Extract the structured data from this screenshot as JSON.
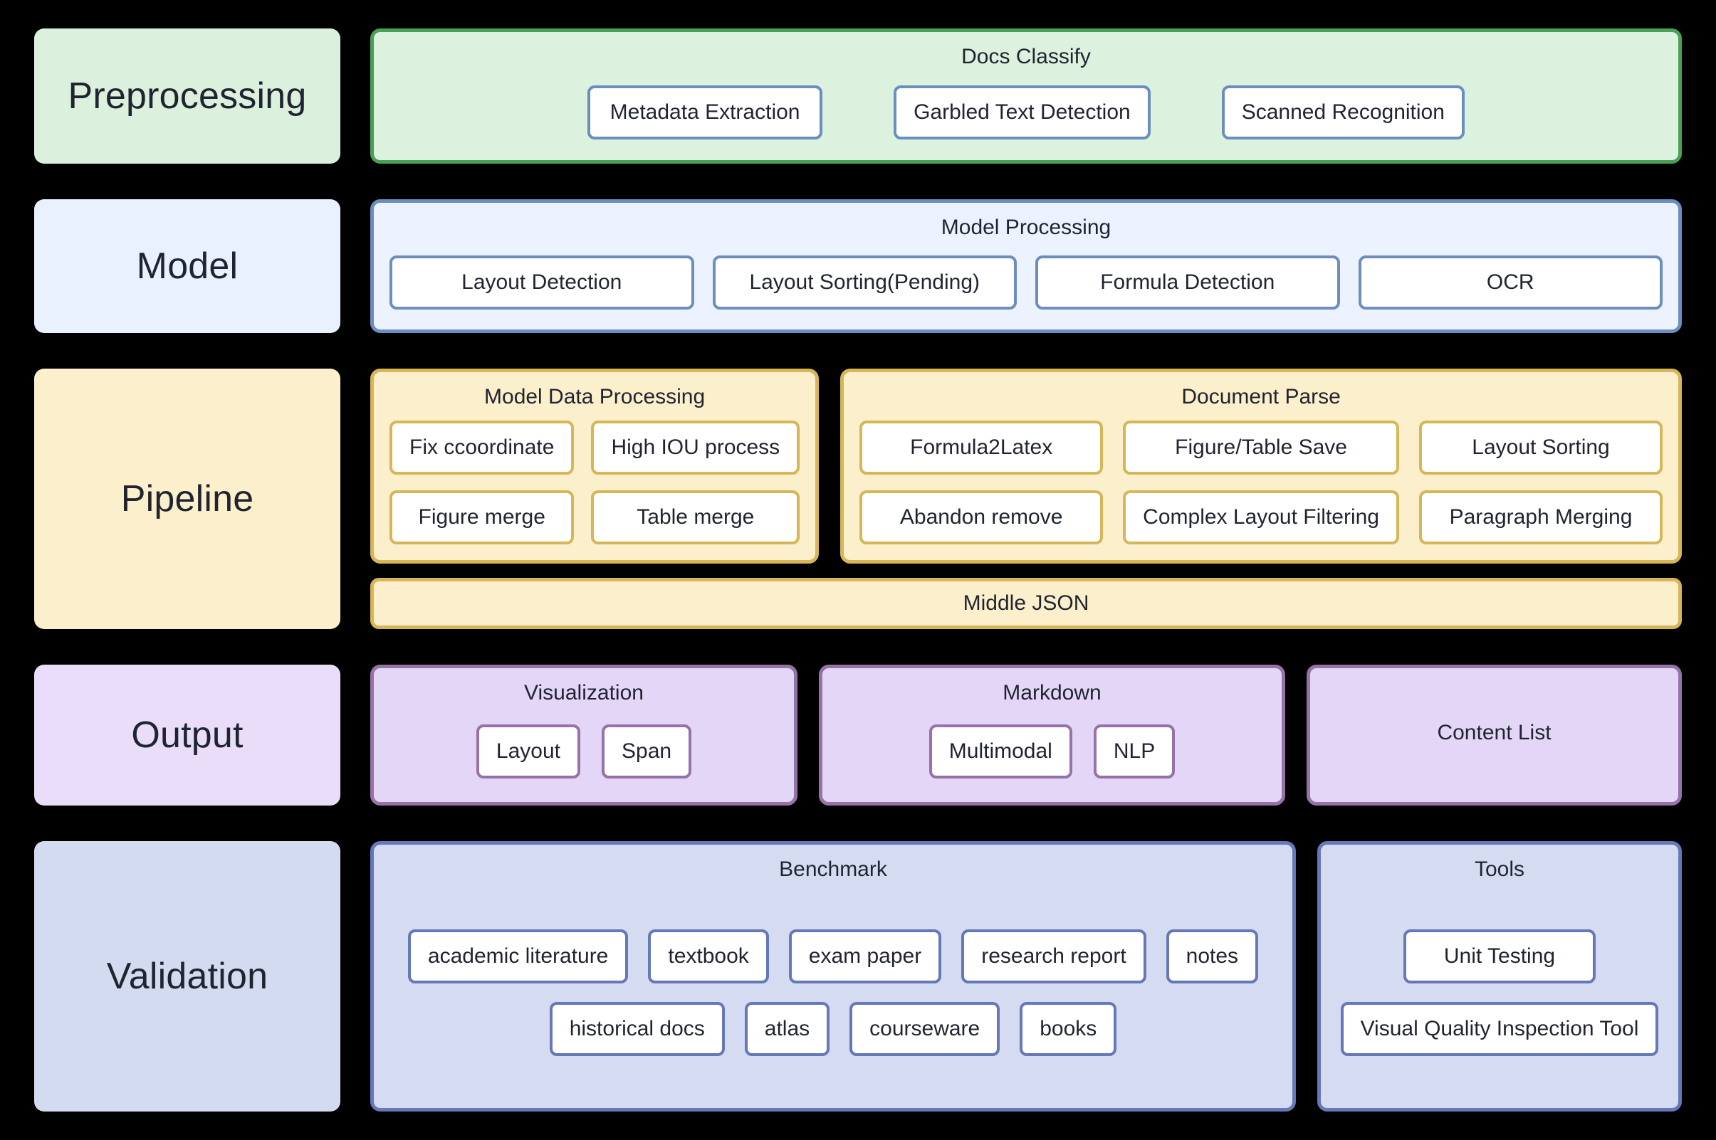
{
  "theme": {
    "background": "#000000",
    "green_fill": "#DDF2DE",
    "green_border": "#49A155",
    "blue_fill": "#EDF3FE",
    "blue_border": "#6C8EBF",
    "yellow_fill": "#FCEFCC",
    "yellow_border": "#D6B656",
    "purple_fill": "#E4D6F7",
    "purple_border": "#9673A6",
    "indigo_fill": "#D5DCF1",
    "indigo_border": "#6678B8",
    "text": "#1F2430"
  },
  "rows": {
    "preprocessing": {
      "stage_label": "Preprocessing",
      "groups": [
        {
          "title": "Docs Classify",
          "items": [
            "Metadata Extraction",
            "Garbled Text Detection",
            "Scanned Recognition"
          ]
        }
      ]
    },
    "model": {
      "stage_label": "Model",
      "groups": [
        {
          "title": "Model Processing",
          "items": [
            "Layout Detection",
            "Layout Sorting(Pending)",
            "Formula Detection",
            "OCR"
          ]
        }
      ]
    },
    "pipeline": {
      "stage_label": "Pipeline",
      "groups": [
        {
          "title": "Model Data Processing",
          "items": [
            "Fix ccoordinate",
            "High IOU process",
            "Figure merge",
            "Table merge"
          ]
        },
        {
          "title": "Document Parse",
          "items": [
            "Formula2Latex",
            "Figure/Table Save",
            "Layout Sorting",
            "Abandon remove",
            "Complex Layout Filtering",
            "Paragraph Merging"
          ]
        }
      ],
      "middle_json": "Middle JSON"
    },
    "output": {
      "stage_label": "Output",
      "groups": [
        {
          "title": "Visualization",
          "items": [
            "Layout",
            "Span"
          ]
        },
        {
          "title": "Markdown",
          "items": [
            "Multimodal",
            "NLP"
          ]
        },
        {
          "title": "Content List",
          "items": []
        }
      ]
    },
    "validation": {
      "stage_label": "Validation",
      "groups": [
        {
          "title": "Benchmark",
          "items": [
            "academic literature",
            "textbook",
            "exam paper",
            "research report",
            "notes",
            "historical docs",
            "atlas",
            "courseware",
            "books"
          ]
        },
        {
          "title": "Tools",
          "items": [
            "Unit Testing",
            "Visual Quality Inspection Tool"
          ]
        }
      ]
    }
  }
}
